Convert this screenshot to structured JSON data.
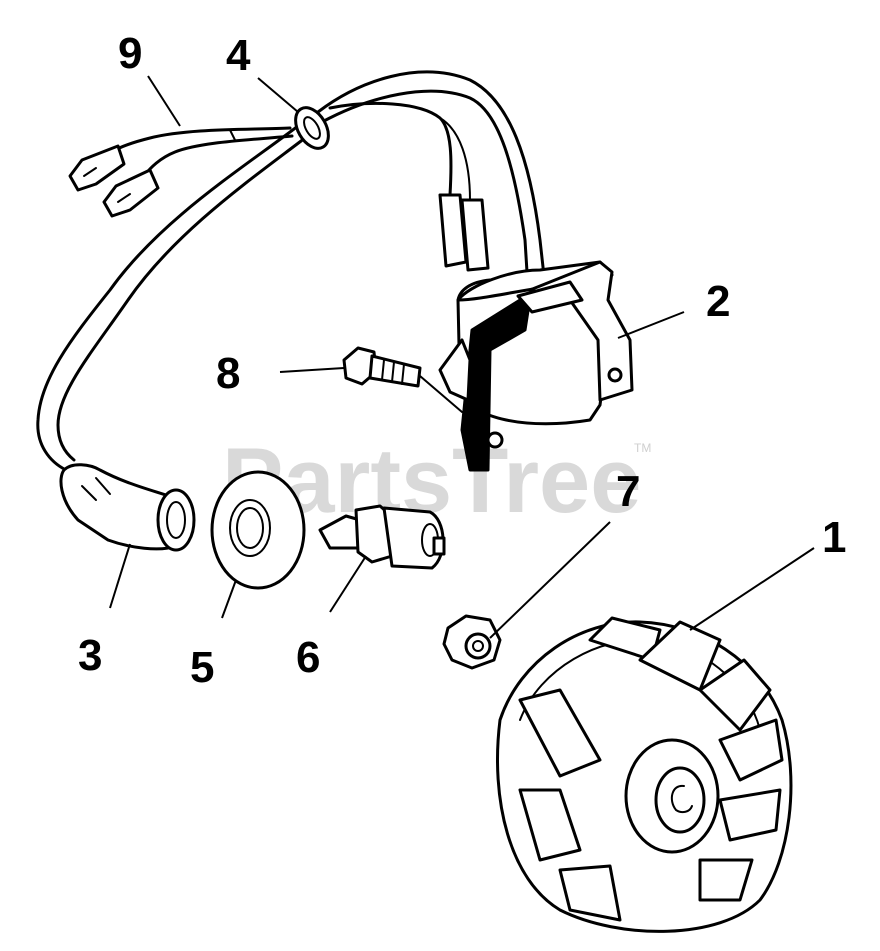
{
  "watermark": {
    "text": "PartsTree",
    "trademark": "TM"
  },
  "callouts": [
    {
      "id": "1",
      "label": "1"
    },
    {
      "id": "2",
      "label": "2"
    },
    {
      "id": "3",
      "label": "3"
    },
    {
      "id": "4",
      "label": "4"
    },
    {
      "id": "5",
      "label": "5"
    },
    {
      "id": "6",
      "label": "6"
    },
    {
      "id": "7",
      "label": "7"
    },
    {
      "id": "8",
      "label": "8"
    },
    {
      "id": "9",
      "label": "9"
    }
  ]
}
